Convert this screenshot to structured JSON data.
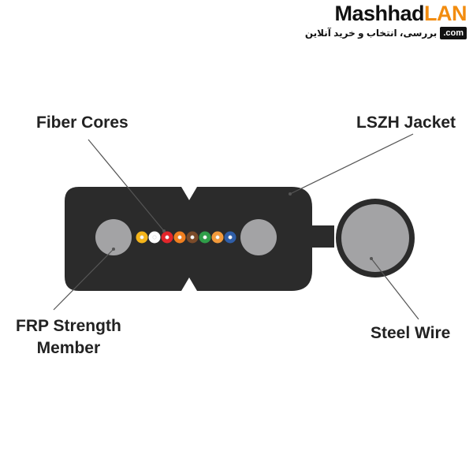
{
  "logo": {
    "brand_part1": "Mashhad",
    "brand_part2": "LAN",
    "tagline": "بررسی، انتخاب و خرید آنلاین",
    "domain": ".com"
  },
  "labels": {
    "fiber_cores": "Fiber Cores",
    "jacket": "LSZH Jacket",
    "frp_line1": "FRP Strength",
    "frp_line2": "Member",
    "steel_wire": "Steel Wire"
  },
  "colors": {
    "jacket": "#2b2b2b",
    "strength_member": "#a3a3a5",
    "steel_wire": "#a3a3a5",
    "fibers": [
      "#f4b41a",
      "#ffffff",
      "#e3262b",
      "#f07f1f",
      "#7b4b2a",
      "#2f9e49",
      "#f39a3b",
      "#2f5ea8"
    ],
    "brand_accent": "#f28c0f"
  }
}
